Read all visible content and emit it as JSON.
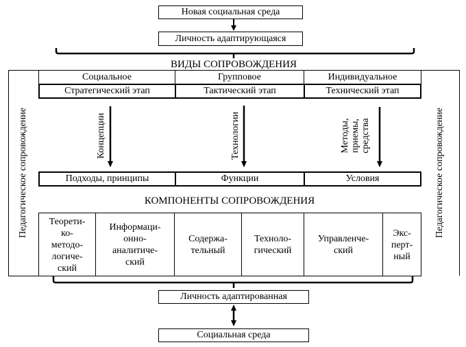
{
  "top": {
    "new_environment": "Новая социальная среда",
    "adapting_person": "Личность адаптирующаяся"
  },
  "types_section": {
    "title": "ВИДЫ СОПРОВОЖДЕНИЯ",
    "types": [
      "Социальное",
      "Групповое",
      "Индивидуальное"
    ],
    "stages": [
      "Стратегический этап",
      "Тактический этап",
      "Технический этап"
    ],
    "arrow_labels": [
      [
        "Концепции"
      ],
      [
        "Технологии"
      ],
      [
        "Методы,",
        "приемы,",
        "средства"
      ]
    ],
    "results": [
      "Подходы, принципы",
      "Функции",
      "Условия"
    ]
  },
  "side_label": "Педагогическое сопровождение",
  "components_section": {
    "title": "КОМПОНЕНТЫ СОПРОВОЖДЕНИЯ",
    "components": [
      [
        "Теорети-",
        "ко-",
        "методо-",
        "логиче-",
        "ский"
      ],
      [
        "Информаци-",
        "онно-",
        "аналитиче-",
        "ский"
      ],
      [
        "Содержа-",
        "тельный"
      ],
      [
        "Техноло-",
        "гический"
      ],
      [
        "Управленче-",
        "ский"
      ],
      [
        "Экс-",
        "перт-",
        "ный"
      ]
    ]
  },
  "bottom": {
    "adapted_person": "Личность адаптированная",
    "social_environment": "Социальная среда"
  }
}
